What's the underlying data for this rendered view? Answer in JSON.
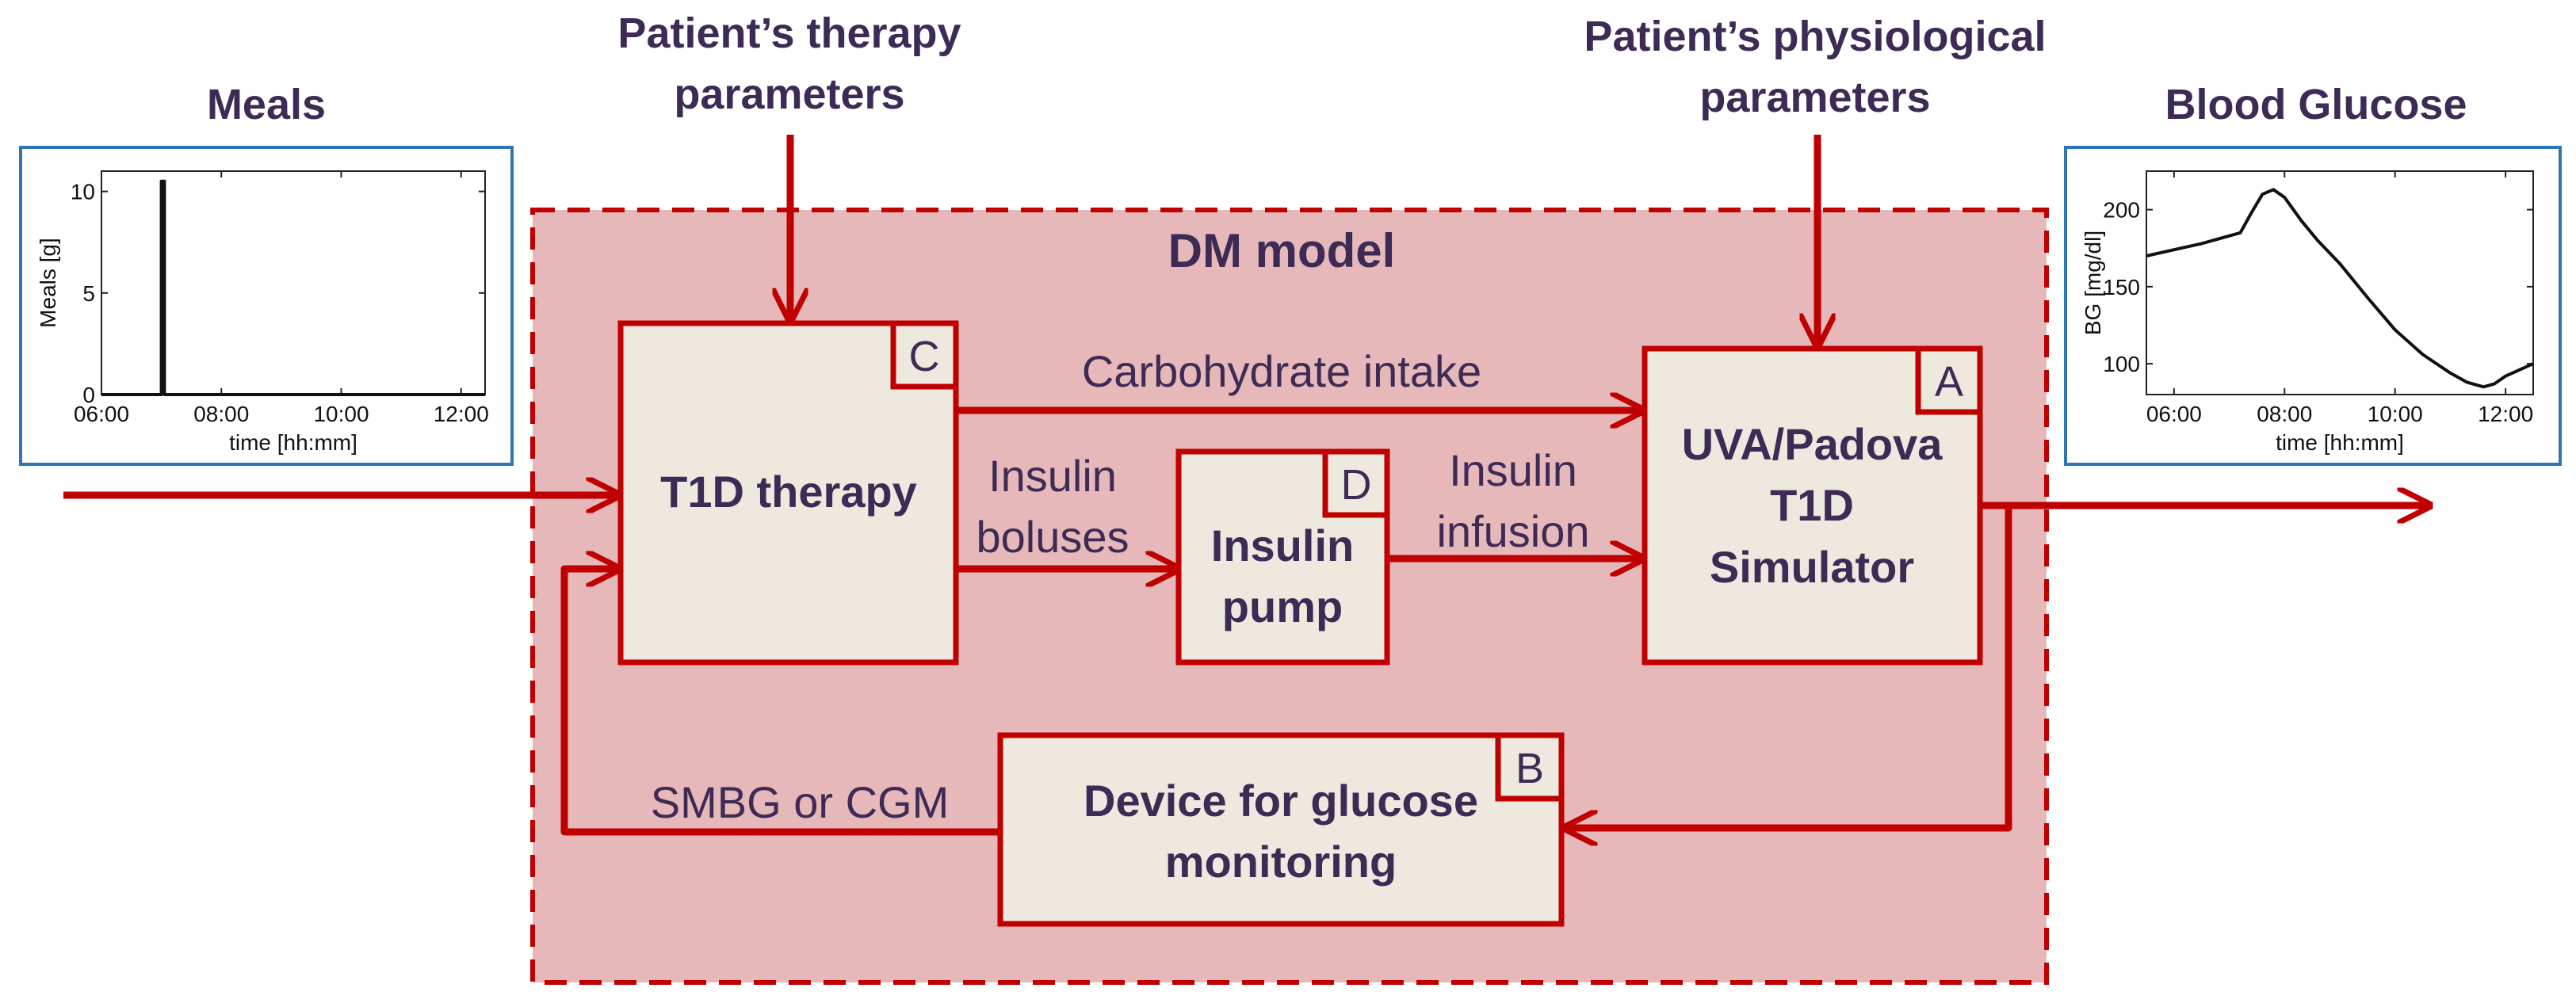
{
  "colors": {
    "arrow": "#c00000",
    "dashed_border": "#c00000",
    "region_fill": "#e6b8b9",
    "block_fill": "#ede9df",
    "text": "#3d2a55",
    "plot_border": "#2e75b6"
  },
  "inputs": {
    "meals": "Meals",
    "therapy_params_line1": "Patient’s therapy",
    "therapy_params_line2": "parameters",
    "physio_params_line1": "Patient’s physiological",
    "physio_params_line2": "parameters",
    "blood_glucose": "Blood Glucose"
  },
  "region": {
    "title": "DM model"
  },
  "blocks": {
    "therapy": {
      "tag": "C",
      "label": "T1D therapy"
    },
    "pump": {
      "tag": "D",
      "line1": "Insulin",
      "line2": "pump"
    },
    "simulator": {
      "tag": "A",
      "line1": "UVA/Padova",
      "line2": "T1D",
      "line3": "Simulator"
    },
    "device": {
      "tag": "B",
      "line1": "Device for glucose",
      "line2": "monitoring"
    }
  },
  "signals": {
    "carbs": "Carbohydrate intake",
    "boluses_line1": "Insulin",
    "boluses_line2": "boluses",
    "infusion_line1": "Insulin",
    "infusion_line2": "infusion",
    "feedback": "SMBG or CGM"
  },
  "chart_data": [
    {
      "type": "line",
      "xlabel": "time [hh:mm]",
      "ylabel": "Meals [g]",
      "xlim": [
        6,
        12.4
      ],
      "ylim": [
        0,
        11
      ],
      "xticks": [
        6,
        8,
        10,
        12
      ],
      "xtick_labels": [
        "06:00",
        "08:00",
        "10:00",
        "12:00"
      ],
      "yticks": [
        0,
        5,
        10
      ],
      "ytick_labels": [
        "0",
        "5",
        "10"
      ],
      "x": [
        6,
        7.0,
        7.0,
        7.05,
        7.05,
        7.1,
        7.1,
        12.4
      ],
      "y": [
        0,
        0,
        10.5,
        10.5,
        0,
        0,
        0,
        0
      ]
    },
    {
      "type": "line",
      "xlabel": "time [hh:mm]",
      "ylabel": "BG [mg/dl]",
      "xlim": [
        5.5,
        12.5
      ],
      "ylim": [
        80,
        225
      ],
      "xticks": [
        6,
        8,
        10,
        12
      ],
      "xtick_labels": [
        "06:00",
        "08:00",
        "10:00",
        "12:00"
      ],
      "yticks": [
        100,
        150,
        200
      ],
      "ytick_labels": [
        "100",
        "150",
        "200"
      ],
      "x": [
        5.5,
        6.0,
        6.5,
        7.0,
        7.2,
        7.4,
        7.6,
        7.8,
        8.0,
        8.3,
        8.6,
        9.0,
        9.5,
        10.0,
        10.5,
        11.0,
        11.3,
        11.6,
        11.8,
        12.0,
        12.5
      ],
      "y": [
        170,
        174,
        178,
        183,
        185,
        198,
        210,
        213,
        208,
        193,
        180,
        165,
        143,
        122,
        106,
        94,
        88,
        85,
        87,
        92,
        100
      ]
    }
  ]
}
